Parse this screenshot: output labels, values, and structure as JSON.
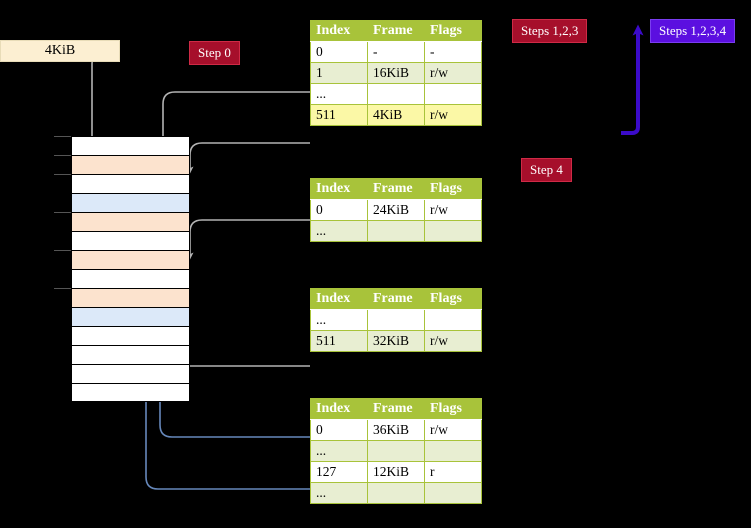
{
  "blocks": {
    "page_size_label": "4KiB"
  },
  "badges": {
    "step0": "Step 0",
    "steps123": "Steps 1,2,3",
    "steps1234": "Steps 1,2,3,4",
    "step4": "Step 4"
  },
  "colors": {
    "badge_red_bg": "#a60f2b",
    "badge_purple_bg": "#5b0fe0",
    "table_header_bg": "#a8c33a",
    "table_tint_bg": "#e8eed2",
    "highlight_bg": "#fbf8a6",
    "block_bg": "#fcefd2",
    "mem_orange": "#fce3ce",
    "mem_blue": "#dce9f9",
    "gray_wire": "#b3b3b3",
    "blue_wire": "#6688bb",
    "purple_wire": "#3b0bc9"
  },
  "tables": {
    "columns": [
      "Index",
      "Frame",
      "Flags"
    ],
    "pml4": {
      "name": "pml4-table",
      "rows": [
        {
          "index": "0",
          "frame": "-",
          "flags": "-",
          "style": "white"
        },
        {
          "index": "1",
          "frame": "16KiB",
          "flags": "r/w",
          "style": "tint"
        },
        {
          "index": "...",
          "frame": "",
          "flags": "",
          "style": "white"
        },
        {
          "index": "511",
          "frame": "4KiB",
          "flags": "r/w",
          "style": "tint",
          "highlight": true
        }
      ]
    },
    "pdpt": {
      "name": "pdpt-table",
      "rows": [
        {
          "index": "0",
          "frame": "24KiB",
          "flags": "r/w",
          "style": "white"
        },
        {
          "index": "...",
          "frame": "",
          "flags": "",
          "style": "tint"
        }
      ]
    },
    "pd": {
      "name": "pd-table",
      "rows": [
        {
          "index": "...",
          "frame": "",
          "flags": "",
          "style": "white"
        },
        {
          "index": "511",
          "frame": "32KiB",
          "flags": "r/w",
          "style": "tint"
        }
      ]
    },
    "pt": {
      "name": "pt-table",
      "rows": [
        {
          "index": "0",
          "frame": "36KiB",
          "flags": "r/w",
          "style": "white"
        },
        {
          "index": "...",
          "frame": "",
          "flags": "",
          "style": "tint"
        },
        {
          "index": "127",
          "frame": "12KiB",
          "flags": "r",
          "style": "white"
        },
        {
          "index": "...",
          "frame": "",
          "flags": "",
          "style": "tint"
        }
      ]
    }
  },
  "memory_column": {
    "name": "physical-memory-column",
    "rows": [
      {
        "fill": "white",
        "tick": true
      },
      {
        "fill": "orange",
        "tick": true
      },
      {
        "fill": "white",
        "tick": true
      },
      {
        "fill": "blue",
        "tick": false
      },
      {
        "fill": "orange",
        "tick": true
      },
      {
        "fill": "white",
        "tick": false
      },
      {
        "fill": "orange",
        "tick": true
      },
      {
        "fill": "white",
        "tick": false
      },
      {
        "fill": "orange",
        "tick": true
      },
      {
        "fill": "blue",
        "tick": false
      },
      {
        "fill": "white",
        "tick": false
      },
      {
        "fill": "white",
        "tick": false
      },
      {
        "fill": "white",
        "tick": false
      },
      {
        "fill": "white",
        "tick": false
      }
    ]
  }
}
